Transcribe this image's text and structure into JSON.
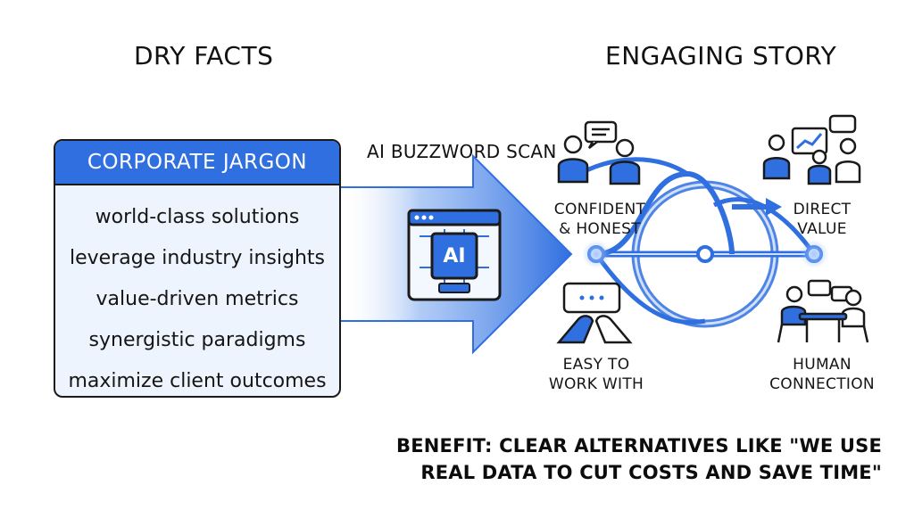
{
  "left_heading": "DRY FACTS",
  "right_heading": "ENGAGING STORY",
  "jargon_card": {
    "title": "CORPORATE JARGON",
    "items": [
      "world-class solutions",
      "leverage industry insights",
      "value-driven metrics",
      "synergistic paradigms",
      "maximize client outcomes"
    ]
  },
  "scan": {
    "label": "AI BUZZWORD SCAN",
    "chip_text": "AI",
    "icon": "ai-chip-window-icon"
  },
  "nodes": {
    "confident": {
      "line1": "CONFIDENT",
      "line2": "& HONEST",
      "icon": "people-talking-icon"
    },
    "easy": {
      "line1": "EASY TO",
      "line2": "WORK WITH",
      "icon": "handshake-icon"
    },
    "direct": {
      "line1": "DIRECT",
      "line2": "VALUE",
      "icon": "team-growth-chart-icon"
    },
    "human": {
      "line1": "HUMAN",
      "line2": "CONNECTION",
      "icon": "people-at-table-icon"
    }
  },
  "benefit": {
    "line1": "BENEFIT: CLEAR ALTERNATIVES LIKE \"WE USE",
    "line2": "REAL DATA TO CUT COSTS AND SAVE TIME\""
  },
  "colors": {
    "accent": "#2f6fe0",
    "accent_light": "#cfe0fb",
    "card_bg": "#eef4fd",
    "outline": "#1a1a1a"
  }
}
